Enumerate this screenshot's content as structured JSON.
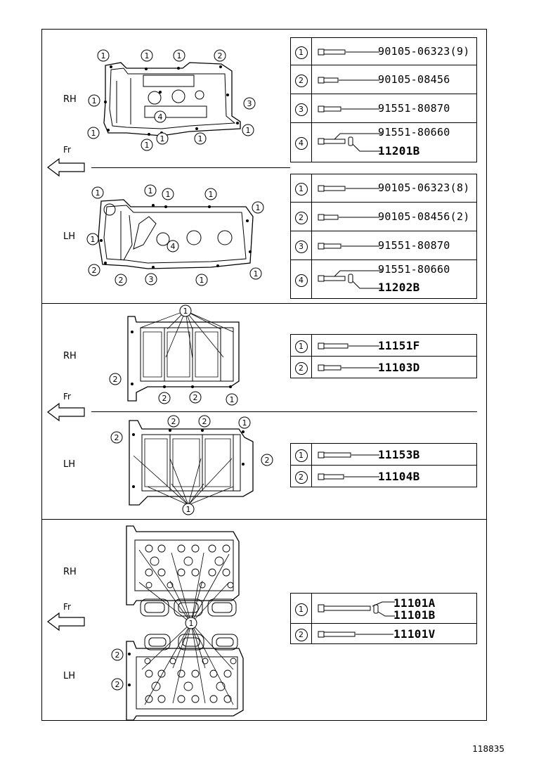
{
  "figure_number": "118835",
  "front_label": "Fr",
  "sections": [
    {
      "name": "cam-cover",
      "sides": [
        "RH",
        "LH"
      ],
      "tables": [
        {
          "side": "RH",
          "rows": [
            {
              "num": "1",
              "part": "90105-06323(9)",
              "bold": false
            },
            {
              "num": "2",
              "part": "90105-08456",
              "bold": false
            },
            {
              "num": "3",
              "part": "91551-80870",
              "bold": false
            },
            {
              "num": "4",
              "part": "91551-80660",
              "part2": "11201B",
              "bold": false
            }
          ]
        },
        {
          "side": "LH",
          "rows": [
            {
              "num": "1",
              "part": "90105-06323(8)",
              "bold": false
            },
            {
              "num": "2",
              "part": "90105-08456(2)",
              "bold": false
            },
            {
              "num": "3",
              "part": "91551-80870",
              "bold": false
            },
            {
              "num": "4",
              "part": "91551-80660",
              "part2": "11202B",
              "bold": false
            }
          ]
        }
      ]
    },
    {
      "name": "bearing-cap",
      "sides": [
        "RH",
        "LH"
      ],
      "tables": [
        {
          "side": "RH",
          "rows": [
            {
              "num": "1",
              "part": "11151F"
            },
            {
              "num": "2",
              "part": "11103D"
            }
          ]
        },
        {
          "side": "LH",
          "rows": [
            {
              "num": "1",
              "part": "11153B"
            },
            {
              "num": "2",
              "part": "11104B"
            }
          ]
        }
      ]
    },
    {
      "name": "cylinder-head",
      "sides": [
        "RH",
        "LH"
      ],
      "tables": [
        {
          "side": "both",
          "rows": [
            {
              "num": "1",
              "part": "11101A",
              "part2": "11101B"
            },
            {
              "num": "2",
              "part": "11101V"
            }
          ]
        }
      ]
    }
  ]
}
